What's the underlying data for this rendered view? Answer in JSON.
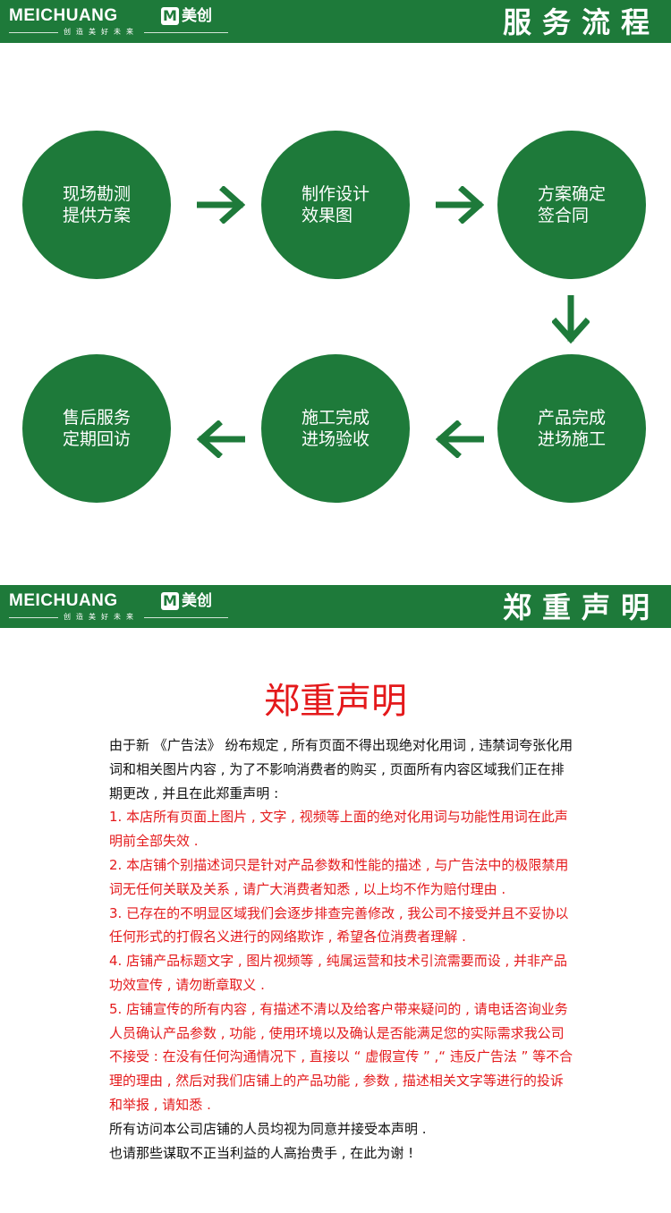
{
  "colors": {
    "green": "#1e7a3a",
    "red": "#e4191b",
    "text": "#111111"
  },
  "logo": {
    "brand": "MEICHUANG",
    "cn": "美创",
    "slogan": "创造美好未来"
  },
  "service": {
    "title": "服务流程",
    "steps": [
      {
        "line1": "现场勘测",
        "line2": "提供方案"
      },
      {
        "line1": "制作设计",
        "line2": "效果图"
      },
      {
        "line1": "方案确定",
        "line2": "签合同"
      },
      {
        "line1": "产品完成",
        "line2": "进场施工"
      },
      {
        "line1": "施工完成",
        "line2": "进场验收"
      },
      {
        "line1": "售后服务",
        "line2": "定期回访"
      }
    ]
  },
  "declaration": {
    "bar_title": "郑重声明",
    "heading": "郑重声明",
    "paragraphs": [
      {
        "text": "由于新 《广告法》 纷布规定 , 所有页面不得出现绝对化用词 , 违禁词夸张化用词和相关图片内容 , 为了不影响消费者的购买 , 页面所有内容区域我们正在排期更改 , 并且在此郑重声明 :",
        "red": false
      },
      {
        "text": "1. 本店所有页面上图片 , 文字 , 视频等上面的绝对化用词与功能性用词在此声明前全部失效 .",
        "red": true
      },
      {
        "text": "2. 本店铺个别描述词只是针对产品参数和性能的描述 , 与广告法中的极限禁用词无任何关联及关系 , 请广大消费者知悉 , 以上均不作为赔付理由 .",
        "red": true
      },
      {
        "text": "3. 已存在的不明显区域我们会逐步排查完善修改 , 我公司不接受并且不妥协以任何形式的打假名义进行的网络欺诈 , 希望各位消费者理解 .",
        "red": true
      },
      {
        "text": "4. 店铺产品标题文字 , 图片视频等 , 纯属运营和技术引流需要而设 , 并非产品功效宣传 , 请勿断章取义 .",
        "red": true
      },
      {
        "text": "5. 店铺宣传的所有内容 , 有描述不清以及给客户带来疑问的 , 请电话咨询业务人员确认产品参数 , 功能 , 使用环境以及确认是否能满足您的实际需求我公司不接受 : 在没有任何沟通情况下 , 直接以 “ 虚假宣传 ” ,“ 违反广告法 ” 等不合理的理由 , 然后对我们店铺上的产品功能 , 参数 , 描述相关文字等进行的投诉和举报 , 请知悉 .",
        "red": true
      },
      {
        "text": "所有访问本公司店铺的人员均视为同意并接受本声明 .",
        "red": false
      },
      {
        "text": "也请那些谋取不正当利益的人高抬贵手 , 在此为谢 !",
        "red": false
      }
    ]
  }
}
